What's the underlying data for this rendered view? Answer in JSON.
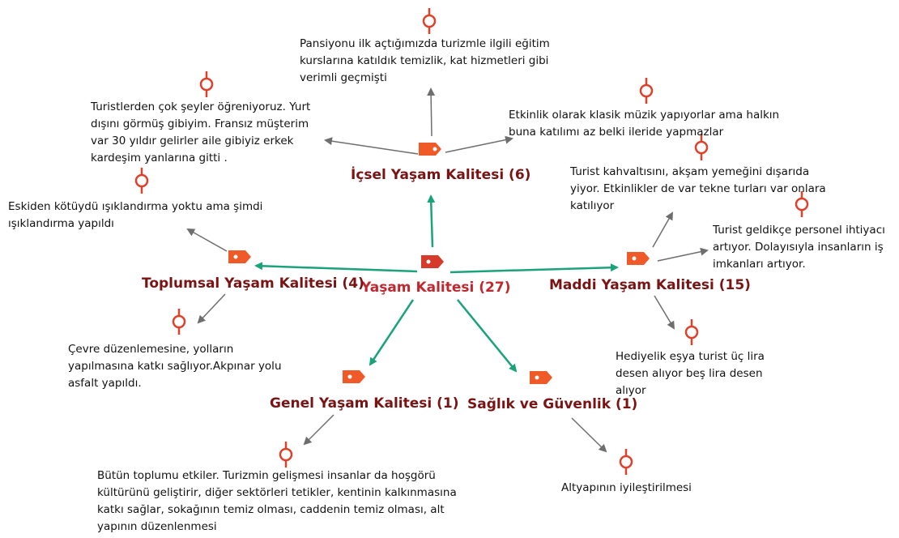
{
  "center": {
    "label": "Yaşam Kalitesi (27)"
  },
  "codes": {
    "icsel": "İçsel Yaşam Kalitesi (6)",
    "toplumsal": "Toplumsal Yaşam Kalitesi (4)",
    "maddi": "Maddi Yaşam Kalitesi (15)",
    "genel": "Genel Yaşam Kalitesi (1)",
    "saglik": "Sağlık ve Güvenlik (1)"
  },
  "quotes": {
    "q1": "Pansiyonu ilk açtığımızda turizmle ilgili eğitim\nkurslarına katıldık  temizlik, kat hizmetleri gibi\nverimli geçmişti",
    "q2": "Turistlerden çok şeyler öğreniyoruz. Yurt\ndışını görmüş gibiyim. Fransız  müşterim\nvar 30 yıldır gelirler aile gibiyiz erkek\nkardeşim yanlarına gitti .",
    "q3": "Etkinlik olarak klasik müzik yapıyorlar ama halkın\nbuna katılımı az belki ileride yapmazlar",
    "q4": "Turist kahvaltısını, akşam yemeğini dışarıda\nyiyor. Etkinlikler de var tekne turları var onlara\nkatılıyor",
    "q5": "Eskiden kötüydü ışıklandırma yoktu ama şimdi\nışıklandırma yapıldı",
    "q6": "Turist geldikçe personel ihtiyacı\nartıyor. Dolayısıyla insanların iş\nimkanları artıyor.",
    "q7": "Çevre düzenlemesine, yolların\nyapılmasına katkı sağlıyor.Akpınar yolu\nasfalt yapıldı.",
    "q8": "Hediyelik eşya turist üç lira\ndesen alıyor beş lira desen\nalıyor",
    "q9": "Bütün toplumu etkiler. Turizmin gelişmesi insanlar da hoşgörü\nkültürünü geliştirir,  diğer sektörleri tetikler,  kentinin kalkınmasına\nkatkı sağlar,  sokağının temiz olması, caddenin temiz olması, alt\nyapının düzenlenmesi",
    "q10": "Altyapının iyileştirilmesi"
  },
  "colors": {
    "code_text": "#7a1414",
    "center_text": "#c0282f",
    "green_arrow": "#1aa37a",
    "gray_arrow": "#6e6e6e",
    "tag_fill": "#f05a28",
    "pin": "#e0402a"
  },
  "icons": {
    "code": "tag-icon",
    "quote": "quotation-pin-icon"
  }
}
